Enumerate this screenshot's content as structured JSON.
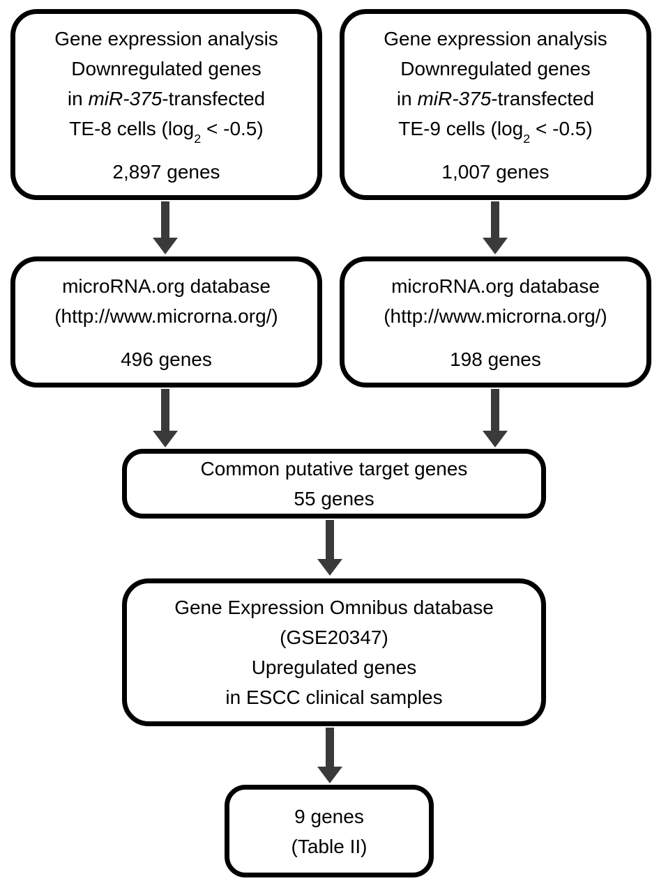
{
  "figure": {
    "type": "flowchart",
    "background": "#ffffff",
    "box_border_color": "#000000",
    "arrow_color": "#3a3a3a",
    "text_color": "#000000"
  },
  "boxes": {
    "te8": {
      "line1": "Gene expression analysis",
      "line2": "Downregulated genes",
      "line3_pre": "in ",
      "line3_italic": "miR-375",
      "line3_post": "-transfected",
      "line4_pre": "TE-8 cells (log",
      "line4_sub": "2",
      "line4_post": " < -0.5)",
      "count": "2,897 genes"
    },
    "te9": {
      "line1": "Gene expression analysis",
      "line2": "Downregulated genes",
      "line3_pre": "in ",
      "line3_italic": "miR-375",
      "line3_post": "-transfected",
      "line4_pre": "TE-9 cells (log",
      "line4_sub": "2",
      "line4_post": " < -0.5)",
      "count": "1,007 genes"
    },
    "mir_te8": {
      "line1": "microRNA.org database",
      "line2": "(http://www.microrna.org/)",
      "count": "496 genes"
    },
    "mir_te9": {
      "line1": "microRNA.org database",
      "line2": "(http://www.microrna.org/)",
      "count": "198 genes"
    },
    "common": {
      "line1": "Common putative target genes",
      "line2": "55 genes"
    },
    "geo": {
      "line1": "Gene Expression Omnibus database",
      "line2": "(GSE20347)",
      "line3": "Upregulated genes",
      "line4": "in ESCC clinical samples"
    },
    "final": {
      "line1": "9 genes",
      "line2": "(Table II)"
    }
  },
  "connections": [
    {
      "from": "te8",
      "to": "mir_te8"
    },
    {
      "from": "te9",
      "to": "mir_te9"
    },
    {
      "from": "mir_te8",
      "to": "common"
    },
    {
      "from": "mir_te9",
      "to": "common"
    },
    {
      "from": "common",
      "to": "geo"
    },
    {
      "from": "geo",
      "to": "final"
    }
  ]
}
